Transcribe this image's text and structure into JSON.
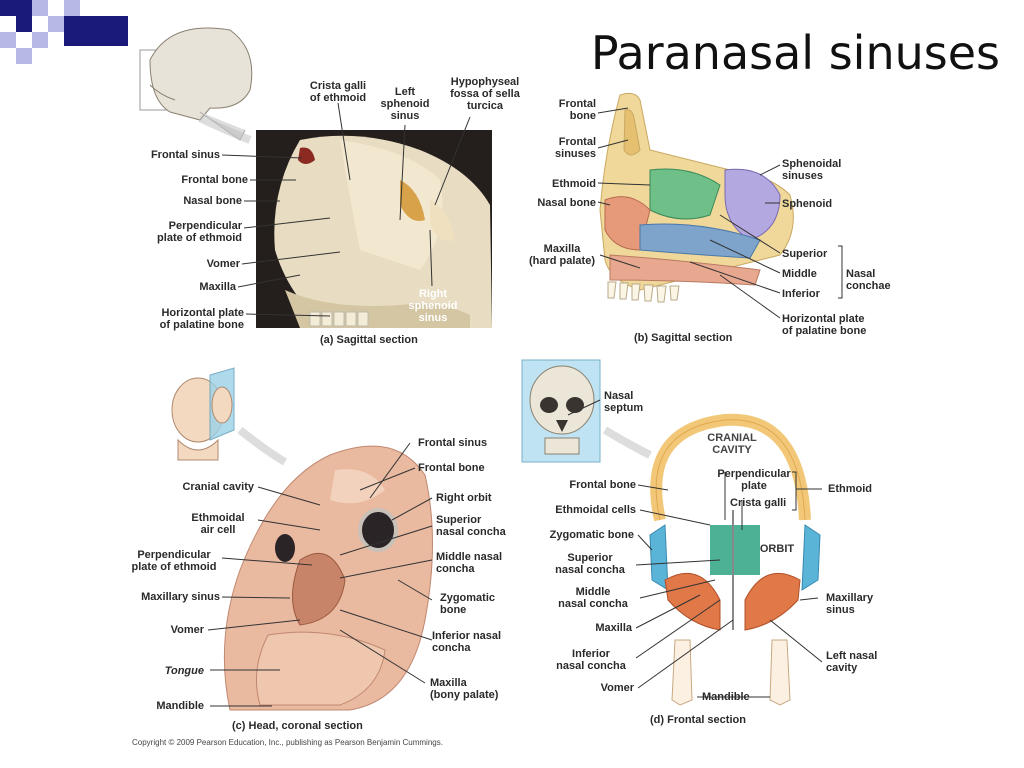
{
  "title": "Paranasal sinuses",
  "colors": {
    "accent_dark": "#1a1a7a",
    "accent_light": "#b6b8e6",
    "photo_bg": "#241e1c"
  },
  "panel_a": {
    "caption": "(a) Sagittal section",
    "labels": {
      "crista_galli": "Crista galli\nof ethmoid",
      "left_sphenoid": "Left\nsphenoid\nsinus",
      "hypophyseal": "Hypophyseal\nfossa of sella\nturcica",
      "frontal_sinus": "Frontal sinus",
      "frontal_bone": "Frontal bone",
      "nasal_bone": "Nasal bone",
      "perpendicular": "Perpendicular\nplate of ethmoid",
      "vomer": "Vomer",
      "maxilla": "Maxilla",
      "horizontal_plate": "Horizontal plate\nof palatine bone",
      "right_sphenoid": "Right\nsphenoid\nsinus"
    }
  },
  "panel_b": {
    "caption": "(b) Sagittal section",
    "labels": {
      "frontal_bone": "Frontal\nbone",
      "frontal_sinuses": "Frontal\nsinuses",
      "ethmoid": "Ethmoid",
      "nasal_bone": "Nasal bone",
      "maxilla": "Maxilla\n(hard palate)",
      "sphenoidal_sinuses": "Sphenoidal\nsinuses",
      "sphenoid": "Sphenoid",
      "superior": "Superior",
      "middle": "Middle",
      "inferior": "Inferior",
      "nasal_conchae": "Nasal\nconchae",
      "horizontal_plate": "Horizontal plate\nof palatine bone"
    }
  },
  "panel_c": {
    "caption": "(c) Head, coronal section",
    "labels": {
      "frontal_sinus": "Frontal sinus",
      "frontal_bone": "Frontal bone",
      "cranial_cavity": "Cranial cavity",
      "right_orbit": "Right orbit",
      "ethmoidal_air_cell": "Ethmoidal\nair cell",
      "superior_concha": "Superior\nnasal concha",
      "perpendicular": "Perpendicular\nplate of ethmoid",
      "middle_concha": "Middle nasal\nconcha",
      "maxillary_sinus": "Maxillary sinus",
      "zygomatic": "Zygomatic\nbone",
      "vomer": "Vomer",
      "inferior_concha": "Inferior nasal\nconcha",
      "tongue": "Tongue",
      "maxilla": "Maxilla\n(bony palate)",
      "mandible": "Mandible"
    }
  },
  "panel_d": {
    "caption": "(d) Frontal section",
    "labels": {
      "nasal_septum": "Nasal\nseptum",
      "cranial_cavity": "CRANIAL\nCAVITY",
      "frontal_bone": "Frontal bone",
      "perpendicular_plate": "Perpendicular\nplate",
      "ethmoid": "Ethmoid",
      "crista_galli": "Crista galli",
      "ethmoidal_cells": "Ethmoidal cells",
      "zygomatic": "Zygomatic bone",
      "orbit": "ORBIT",
      "superior_concha": "Superior\nnasal concha",
      "middle_concha": "Middle\nnasal concha",
      "maxillary_sinus": "Maxillary\nsinus",
      "maxilla": "Maxilla",
      "inferior_concha": "Inferior\nnasal concha",
      "left_nasal_cavity": "Left nasal\ncavity",
      "vomer": "Vomer",
      "mandible": "Mandible"
    }
  },
  "copyright": "Copyright © 2009 Pearson Education, Inc., publishing as Pearson Benjamin Cummings."
}
